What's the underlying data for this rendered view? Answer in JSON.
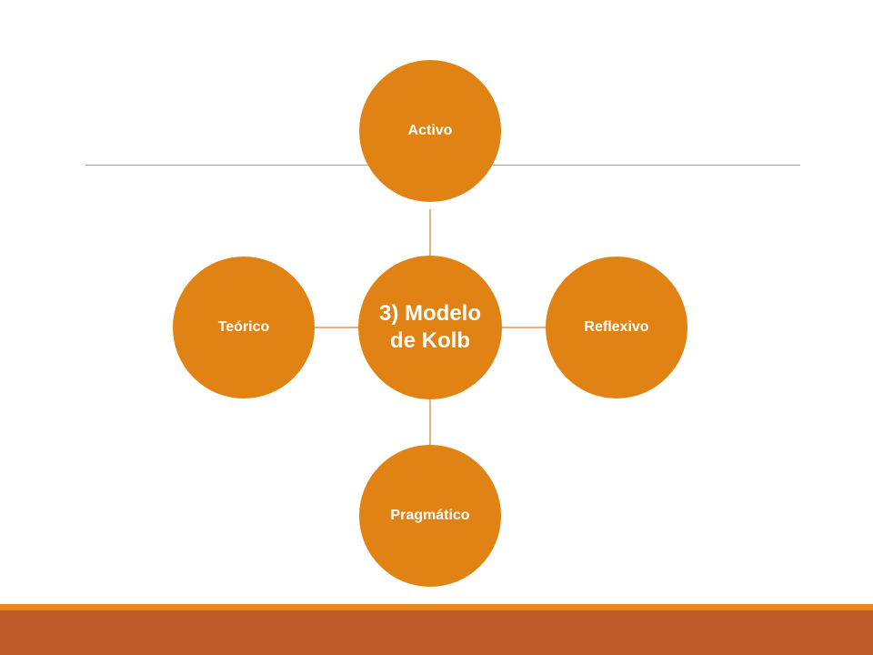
{
  "diagram": {
    "center": {
      "label": "3) Modelo de Kolb"
    },
    "nodes": {
      "top": {
        "label": "Activo"
      },
      "right": {
        "label": "Reflexivo"
      },
      "bottom": {
        "label": "Pragmático"
      },
      "left": {
        "label": "Teórico"
      }
    }
  },
  "colors": {
    "node_fill": "#e08214",
    "connector": "#e8b07c",
    "title_rule": "#a6a6a6",
    "band_thin": "#e6861a",
    "band_thick": "#bf5a2a"
  }
}
